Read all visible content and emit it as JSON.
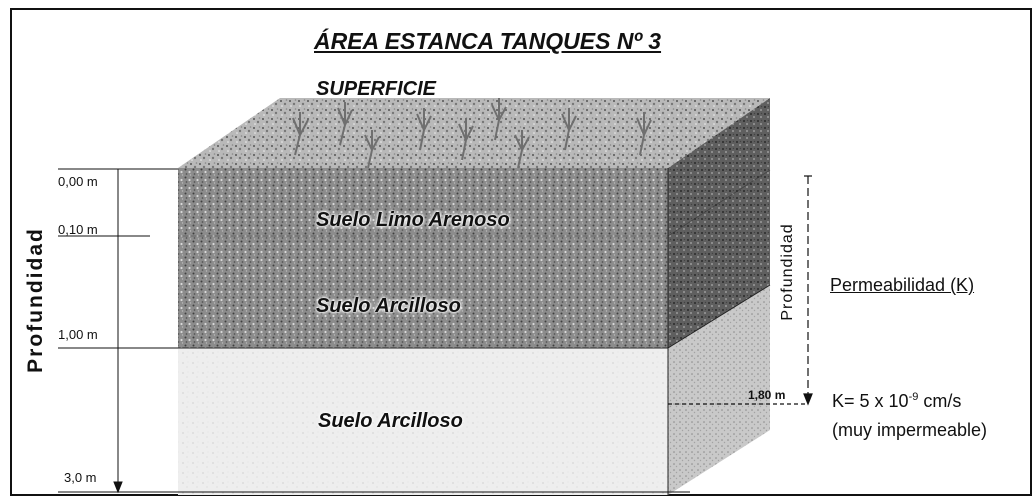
{
  "title": "ÁREA ESTANCA TANQUES Nº 3",
  "surface_label": "SUPERFICIE",
  "layers": [
    {
      "name": "Suelo Limo Arenoso"
    },
    {
      "name": "Suelo Arcilloso"
    },
    {
      "name": "Suelo Arcilloso"
    }
  ],
  "depth_axis_label": "Profundidad",
  "side_depth_label": "Profundidad",
  "depth_markers": [
    "0,00 m",
    "0,10 m",
    "1,00 m",
    "3,0 m",
    "1,80 m"
  ],
  "permeability": {
    "heading": "Permeabilidad (K)",
    "value_prefix": "K= 5 x 10",
    "value_exponent": "-9",
    "value_suffix": " cm/s",
    "note": "(muy impermeable)"
  },
  "colors": {
    "gravel_dark": "#6f6f6f",
    "gravel_light": "#b5b5b5",
    "clay": "#ececec",
    "plant": "#7a7a7a"
  }
}
